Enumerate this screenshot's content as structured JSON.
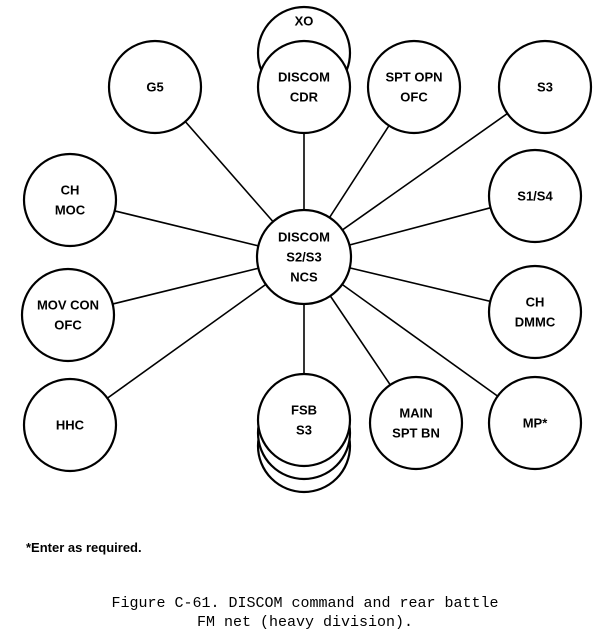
{
  "diagram": {
    "hub": {
      "id": "ncs",
      "lines": [
        "DISCOM",
        "S2/S3",
        "NCS"
      ]
    },
    "nodes": [
      {
        "id": "g5",
        "lines": [
          "G5"
        ]
      },
      {
        "id": "discom-cdr",
        "lines": [
          "DISCOM",
          "CDR"
        ],
        "stacked_above": {
          "lines": [
            "XO"
          ]
        }
      },
      {
        "id": "spt-opn-ofc",
        "lines": [
          "SPT OPN",
          "OFC"
        ]
      },
      {
        "id": "s3",
        "lines": [
          "S3"
        ]
      },
      {
        "id": "ch-moc",
        "lines": [
          "CH",
          "MOC"
        ]
      },
      {
        "id": "s1-s4",
        "lines": [
          "S1/S4"
        ]
      },
      {
        "id": "mov-con-ofc",
        "lines": [
          "MOV CON",
          "OFC"
        ]
      },
      {
        "id": "ch-dmmc",
        "lines": [
          "CH",
          "DMMC"
        ]
      },
      {
        "id": "hhc",
        "lines": [
          "HHC"
        ]
      },
      {
        "id": "fsb-s3",
        "lines": [
          "FSB",
          "S3"
        ],
        "stacked_below": 2
      },
      {
        "id": "main-spt-bn",
        "lines": [
          "MAIN",
          "SPT BN"
        ]
      },
      {
        "id": "mp",
        "lines": [
          "MP*"
        ]
      }
    ]
  },
  "footnote": "*Enter as required.",
  "caption": {
    "line1": "Figure C-61. DISCOM command and rear battle",
    "line2": "FM net (heavy division)."
  }
}
